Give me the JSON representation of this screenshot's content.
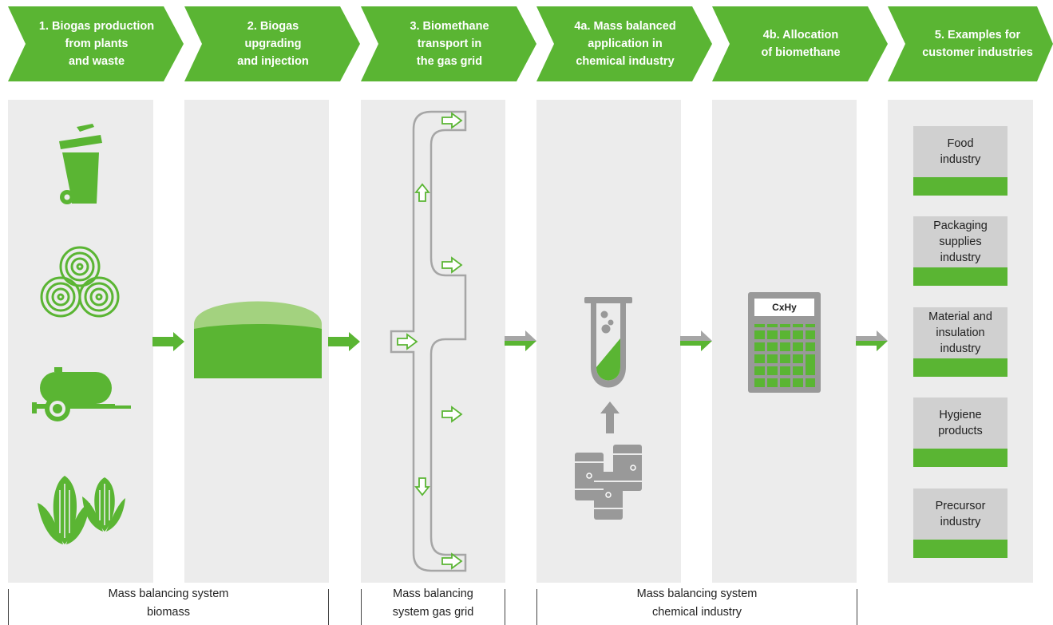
{
  "colors": {
    "green": "#5ab533",
    "light_green": "#a3d27f",
    "grey_panel": "#ececec",
    "icon_grey": "#999999"
  },
  "steps": [
    {
      "label": "1. Biogas production\nfrom plants\nand waste"
    },
    {
      "label": "2. Biogas\nupgrading\nand injection"
    },
    {
      "label": "3. Biomethane\ntransport in\nthe gas grid"
    },
    {
      "label": "4a. Mass balanced\napplication in\nchemical industry"
    },
    {
      "label": "4b. Allocation\nof biomethane"
    },
    {
      "label": "5. Examples for\ncustomer industries"
    }
  ],
  "calculator": {
    "display": "CxHy"
  },
  "industries": [
    {
      "label": "Food\nindustry"
    },
    {
      "label": "Packaging\nsupplies\nindustry"
    },
    {
      "label": "Material and\ninsulation\nindustry"
    },
    {
      "label": "Hygiene\nproducts"
    },
    {
      "label": "Precursor\nindustry"
    }
  ],
  "systems": [
    {
      "label": "Mass balancing system\nbiomass"
    },
    {
      "label": "Mass balancing\nsystem gas grid"
    },
    {
      "label": "Mass balancing system\nchemical industry"
    }
  ],
  "icons": {
    "source": [
      "waste-bin-icon",
      "hay-bales-icon",
      "tank-trailer-icon",
      "corn-plant-icon"
    ],
    "digester": "biogas-digester-icon",
    "pipeline": "gas-grid-pipeline-icon",
    "test_tube": "test-tube-icon",
    "barrels": "oil-barrels-icon",
    "calculator": "calculator-icon"
  }
}
